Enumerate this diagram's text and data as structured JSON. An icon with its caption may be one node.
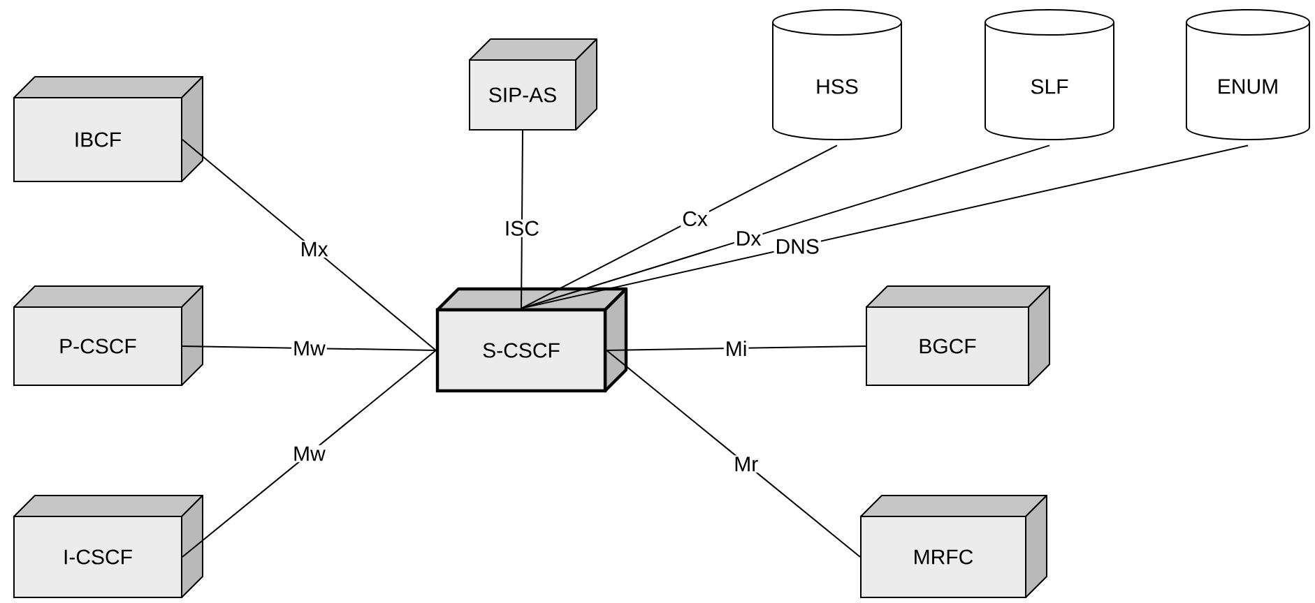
{
  "diagram": {
    "nodes": [
      {
        "text": [
          "SIP-AS"
        ]
      },
      {
        "text": [
          "HSS"
        ]
      },
      {
        "text": [
          "SLF"
        ]
      },
      {
        "text": [
          "ENUM"
        ]
      },
      {
        "text": [
          "IBCF"
        ]
      },
      {
        "text": [
          "P-CSCF"
        ]
      },
      {
        "text": [
          "S-CSCF"
        ]
      },
      {
        "text": [
          "BGCF"
        ]
      },
      {
        "text": [
          "I-CSCF"
        ]
      },
      {
        "text": [
          "MRFC"
        ]
      }
    ],
    "edges": [
      {
        "from": 0,
        "to": 6,
        "arrow": "none",
        "label": "ISC"
      },
      {
        "from": 1,
        "to": 6,
        "arrow": "none",
        "label": "Cx"
      },
      {
        "from": 2,
        "to": 6,
        "arrow": "none",
        "label": "Dx"
      },
      {
        "from": 3,
        "to": 6,
        "arrow": "none",
        "label": "DNS"
      },
      {
        "from": 4,
        "to": 6,
        "arrow": "none",
        "label": "Mx"
      },
      {
        "from": 5,
        "to": 6,
        "arrow": "none",
        "label": "Mw"
      },
      {
        "from": 8,
        "to": 6,
        "arrow": "none",
        "label": "Mw"
      },
      {
        "from": 7,
        "to": 6,
        "arrow": "none",
        "label": "Mi"
      },
      {
        "from": 9,
        "to": 6,
        "arrow": "none",
        "label": "Mr"
      }
    ]
  }
}
